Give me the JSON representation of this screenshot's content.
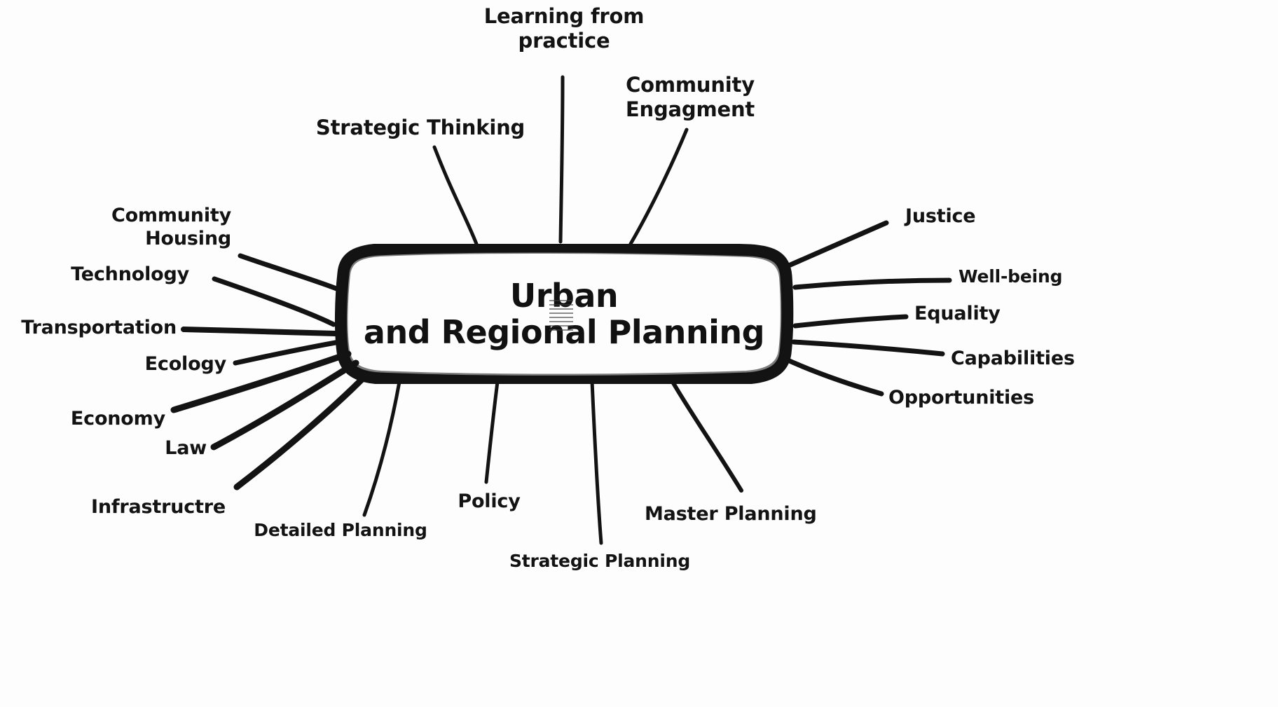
{
  "diagram": {
    "type": "mind-map",
    "center": {
      "line1": "Urban",
      "line2": "and Regional Planning"
    },
    "colors": {
      "ink": "#111111",
      "background": "#ffffff"
    },
    "branches": [
      {
        "id": "learning-from-practice",
        "label": "Learning from\npractice",
        "side": "top",
        "align": "center",
        "size": "lg"
      },
      {
        "id": "strategic-thinking",
        "label": "Strategic Thinking",
        "side": "top",
        "align": "center",
        "size": "lg"
      },
      {
        "id": "community-engagment",
        "label": "Community\nEngagment",
        "side": "top",
        "align": "center",
        "size": "lg"
      },
      {
        "id": "community-housing",
        "label": "Community\nHousing",
        "side": "left",
        "align": "right",
        "size": "md"
      },
      {
        "id": "technology",
        "label": "Technology",
        "side": "left",
        "align": "right",
        "size": "md"
      },
      {
        "id": "transportation",
        "label": "Transportation",
        "side": "left",
        "align": "right",
        "size": "md"
      },
      {
        "id": "ecology",
        "label": "Ecology",
        "side": "left",
        "align": "right",
        "size": "md"
      },
      {
        "id": "economy",
        "label": "Economy",
        "side": "left",
        "align": "right",
        "size": "md"
      },
      {
        "id": "law",
        "label": "Law",
        "side": "left",
        "align": "right",
        "size": "md"
      },
      {
        "id": "infrastructre",
        "label": "Infrastructre",
        "side": "bottom-left",
        "align": "right",
        "size": "md"
      },
      {
        "id": "detailed-planning",
        "label": "Detailed Planning",
        "side": "bottom",
        "align": "center",
        "size": "sm"
      },
      {
        "id": "policy",
        "label": "Policy",
        "side": "bottom",
        "align": "center",
        "size": "md"
      },
      {
        "id": "strategic-planning",
        "label": "Strategic Planning",
        "side": "bottom",
        "align": "center",
        "size": "sm"
      },
      {
        "id": "master-planning",
        "label": "Master Planning",
        "side": "bottom-right",
        "align": "left",
        "size": "md"
      },
      {
        "id": "justice",
        "label": "Justice",
        "side": "right",
        "align": "left",
        "size": "md"
      },
      {
        "id": "well-being",
        "label": "Well-being",
        "side": "right",
        "align": "left",
        "size": "sm"
      },
      {
        "id": "equality",
        "label": "Equality",
        "side": "right",
        "align": "left",
        "size": "md"
      },
      {
        "id": "capabilities",
        "label": "Capabilities",
        "side": "right",
        "align": "left",
        "size": "md"
      },
      {
        "id": "opportunities",
        "label": "Opportunities",
        "side": "right",
        "align": "left",
        "size": "md"
      }
    ]
  }
}
